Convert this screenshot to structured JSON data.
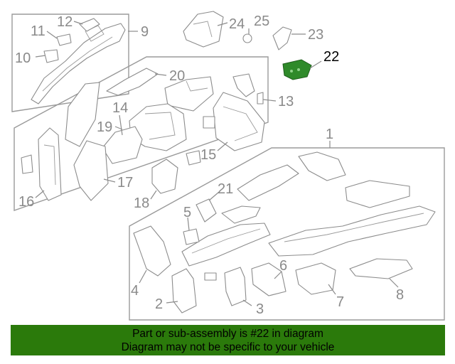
{
  "diagram": {
    "callouts": [
      "1",
      "2",
      "3",
      "4",
      "5",
      "6",
      "7",
      "8",
      "9",
      "10",
      "11",
      "12",
      "13",
      "14",
      "15",
      "16",
      "17",
      "18",
      "19",
      "20",
      "21",
      "22",
      "23",
      "24",
      "25"
    ],
    "highlighted_callout": "22",
    "highlight_color": "#2f8a2a"
  },
  "banner": {
    "line1": "Part or sub-assembly is #22 in diagram",
    "line2": "Diagram may not be specific to your vehicle",
    "background": "#2b7a0b"
  }
}
